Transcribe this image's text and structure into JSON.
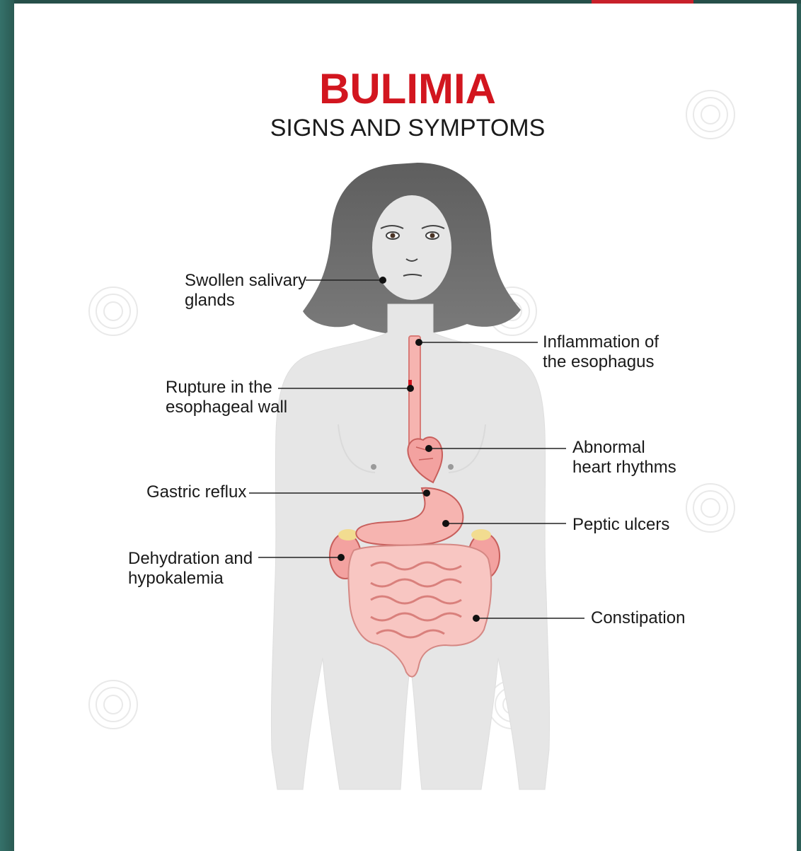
{
  "header": {
    "title": "BULIMIA",
    "subtitle": "SIGNS AND SYMPTOMS",
    "title_color": "#d2161f"
  },
  "labels": {
    "salivary": [
      "Swollen salivary",
      "glands"
    ],
    "inflammation": [
      "Inflammation of",
      "the esophagus"
    ],
    "rupture": [
      "Rupture in the",
      "esophageal wall"
    ],
    "heart": [
      "Abnormal",
      "heart rhythms"
    ],
    "reflux": [
      "Gastric reflux"
    ],
    "ulcers": [
      "Peptic ulcers"
    ],
    "dehydration": [
      "Dehydration and",
      "hypokalemia"
    ],
    "constipation": [
      "Constipation"
    ]
  },
  "colors": {
    "body": "#e6e6e6",
    "hair": "#6f6f6f",
    "organ": "#f6b4b0",
    "organ_dark": "#e57f7c",
    "frame": "#2d5e57",
    "accent": "#c8202a"
  },
  "icons": [
    "dreamstime-watermark-icon"
  ]
}
